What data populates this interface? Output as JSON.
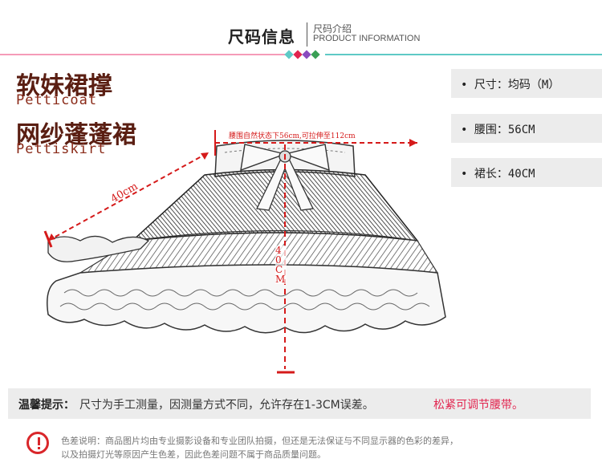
{
  "header": {
    "title": "尺码信息",
    "subtitle_cn": "尺码介绍",
    "subtitle_en": "PRODUCT INFORMATION",
    "dot_colors": [
      "#5fc9c6",
      "#e2254f",
      "#8a4bbf",
      "#3a9f55",
      "#5fc9c6"
    ]
  },
  "product": {
    "name1_cn": "软妹裙撑",
    "name1_en": "Petticoat",
    "name2_cn": "网纱蓬蓬裙",
    "name2_en": "Pettiskirt"
  },
  "illustration": {
    "waist_note": "腰围自然状态下56cm,可拉伸至112cm",
    "length_label": "40cm",
    "center_label": "40CM"
  },
  "specs": [
    {
      "label": "• 尺寸：均码（M）"
    },
    {
      "label": "• 腰围：56CM"
    },
    {
      "label": "• 裙长：40CM"
    }
  ],
  "tip": {
    "label": "温馨提示：",
    "text": "尺寸为手工测量，因测量方式不同，允许存在1-3CM误差。",
    "highlight": "松紧可调节腰带。",
    "highlight_color": "#e2254f"
  },
  "note": {
    "line1": "色差说明：商品图片均由专业摄影设备和专业团队拍摄，但还是无法保证与不同显示器的色彩的差异，",
    "line2": "以及拍摄灯光等原因产生色差，因此色差问题不属于商品质量问题。"
  }
}
